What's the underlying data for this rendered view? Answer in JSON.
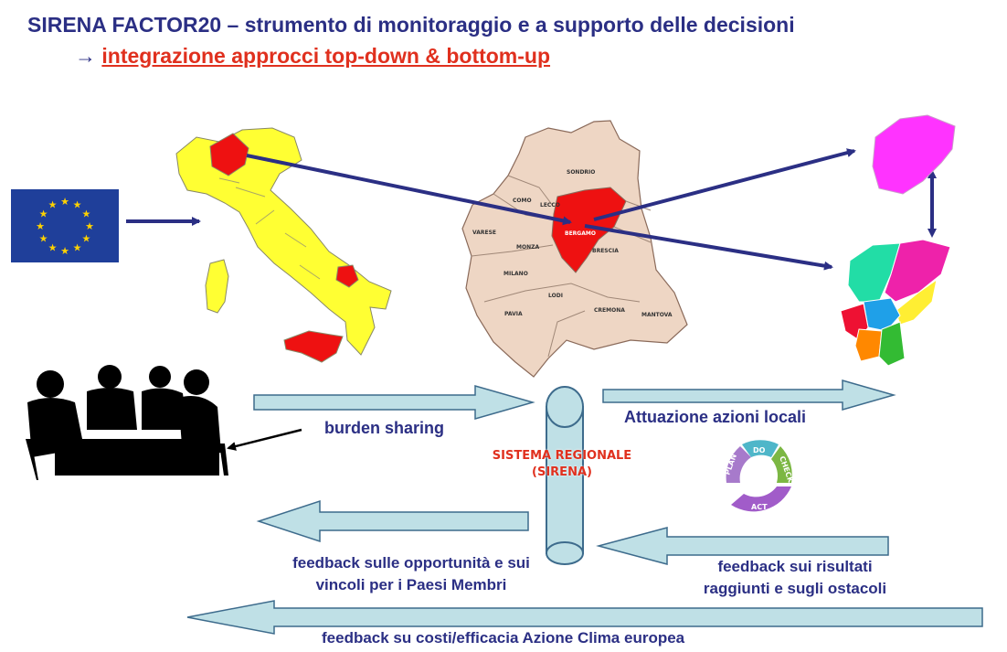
{
  "header": {
    "title": "SIRENA FACTOR20 – strumento di monitoraggio e a supporto delle decisioni",
    "subtitle_arrow": "→",
    "subtitle_link": "integrazione approcci top-down & bottom-up"
  },
  "lombardy_map": {
    "provinces": [
      "SONDRIO",
      "COMO",
      "LECCO",
      "VARESE",
      "MONZA",
      "BERGAMO",
      "BRESCIA",
      "MILANO",
      "LODI",
      "PAVIA",
      "CREMONA",
      "MANTOVA"
    ]
  },
  "labels": {
    "burden_sharing": "burden sharing",
    "attuazione": "Attuazione azioni locali",
    "sistema_line1": "SISTEMA REGIONALE",
    "sistema_line2": "(SIRENA)",
    "feedback_opportunita_line1": "feedback sulle opportunità e sui",
    "feedback_opportunita_line2": "vincoli per i Paesi Membri",
    "feedback_risultati_line1": "feedback  sui risultati",
    "feedback_risultati_line2": "raggiunti e sugli ostacoli",
    "feedback_costi": "feedback  su costi/efficacia Azione Clima europea"
  },
  "pdca": {
    "plan": "PLAN",
    "do": "DO",
    "check": "CHECK",
    "act": "ACT"
  },
  "colors": {
    "title_blue": "#2b2f84",
    "accent_red": "#e0301e",
    "eu_blue": "#1f3f9a",
    "eu_star": "#ffd200",
    "italy_yellow": "#ffff33",
    "lombardy_pink": "#eed6c4",
    "highlight_red": "#ee1111",
    "flow_arrow_fill": "#bfe0e6",
    "flow_arrow_stroke": "#3d6b8c"
  }
}
